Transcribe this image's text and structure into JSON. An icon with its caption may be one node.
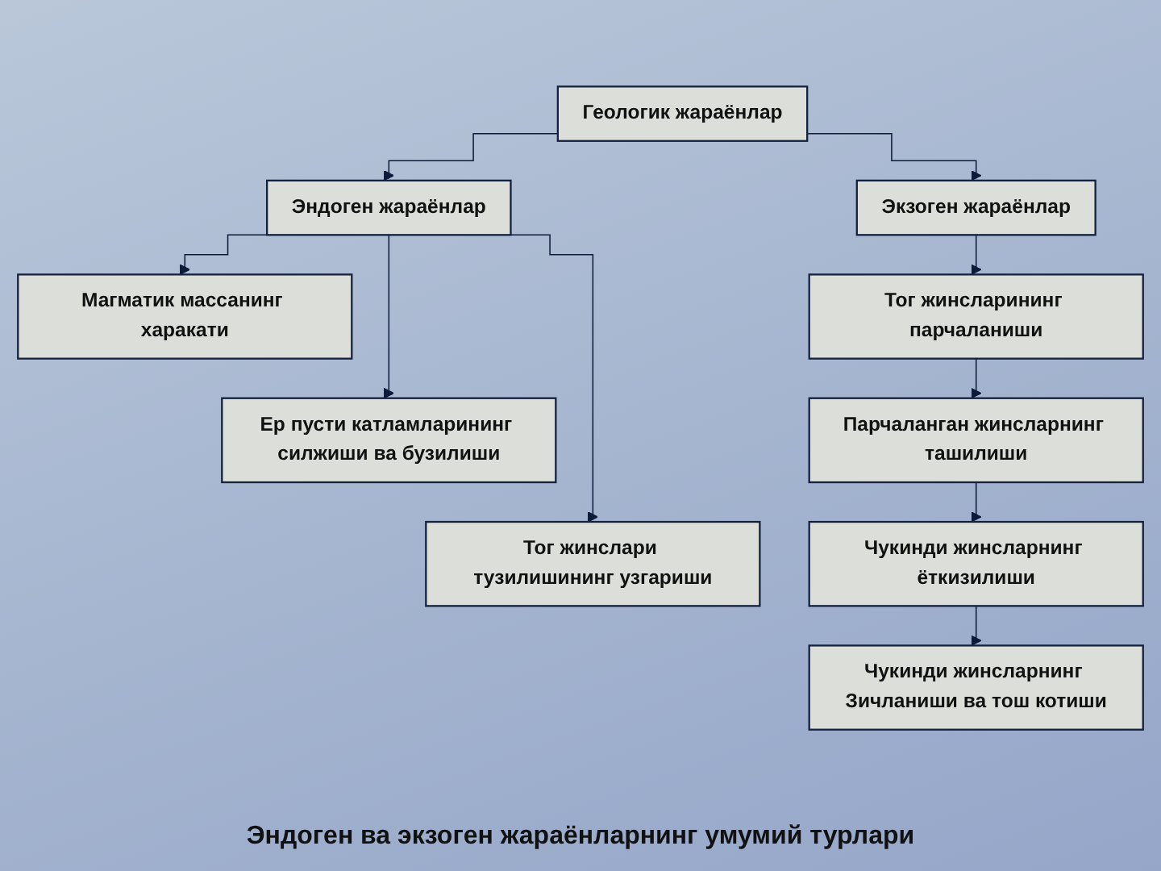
{
  "diagram": {
    "caption": "Эндоген ва экзоген жараёнларнинг умумий турлари",
    "nodes": [
      {
        "text": [
          "Геологик жараёнлар"
        ]
      },
      {
        "text": [
          "Эндоген жараёнлар"
        ]
      },
      {
        "text": [
          "Магматик массанинг харакати"
        ]
      },
      {
        "text": [
          "Ер пусти катламларининг силжиши ва бузилиши"
        ]
      },
      {
        "text": [
          "Тог жинслари тузилишининг узгариши"
        ]
      },
      {
        "text": [
          "Экзоген жараёнлар"
        ]
      },
      {
        "text": [
          "Тог жинсларининг парчаланиши"
        ]
      },
      {
        "text": [
          "Парчаланган жинсларнинг ташилиши"
        ]
      },
      {
        "text": [
          "Чукинди жинсларнинг ёткизилиши"
        ]
      },
      {
        "text": [
          "Чукинди жинсларнинг Зичланиши ва тош котиши"
        ]
      }
    ],
    "edges": [
      {
        "from": 0,
        "to": 1,
        "arrow": "to"
      },
      {
        "from": 1,
        "to": 2,
        "arrow": "to"
      },
      {
        "from": 1,
        "to": 3,
        "arrow": "to"
      },
      {
        "from": 1,
        "to": 4,
        "arrow": "to"
      },
      {
        "from": 0,
        "to": 5,
        "arrow": "to"
      },
      {
        "from": 5,
        "to": 6,
        "arrow": "to"
      },
      {
        "from": 6,
        "to": 7,
        "arrow": "to"
      },
      {
        "from": 7,
        "to": 8,
        "arrow": "to"
      },
      {
        "from": 8,
        "to": 9,
        "arrow": "to"
      }
    ]
  }
}
